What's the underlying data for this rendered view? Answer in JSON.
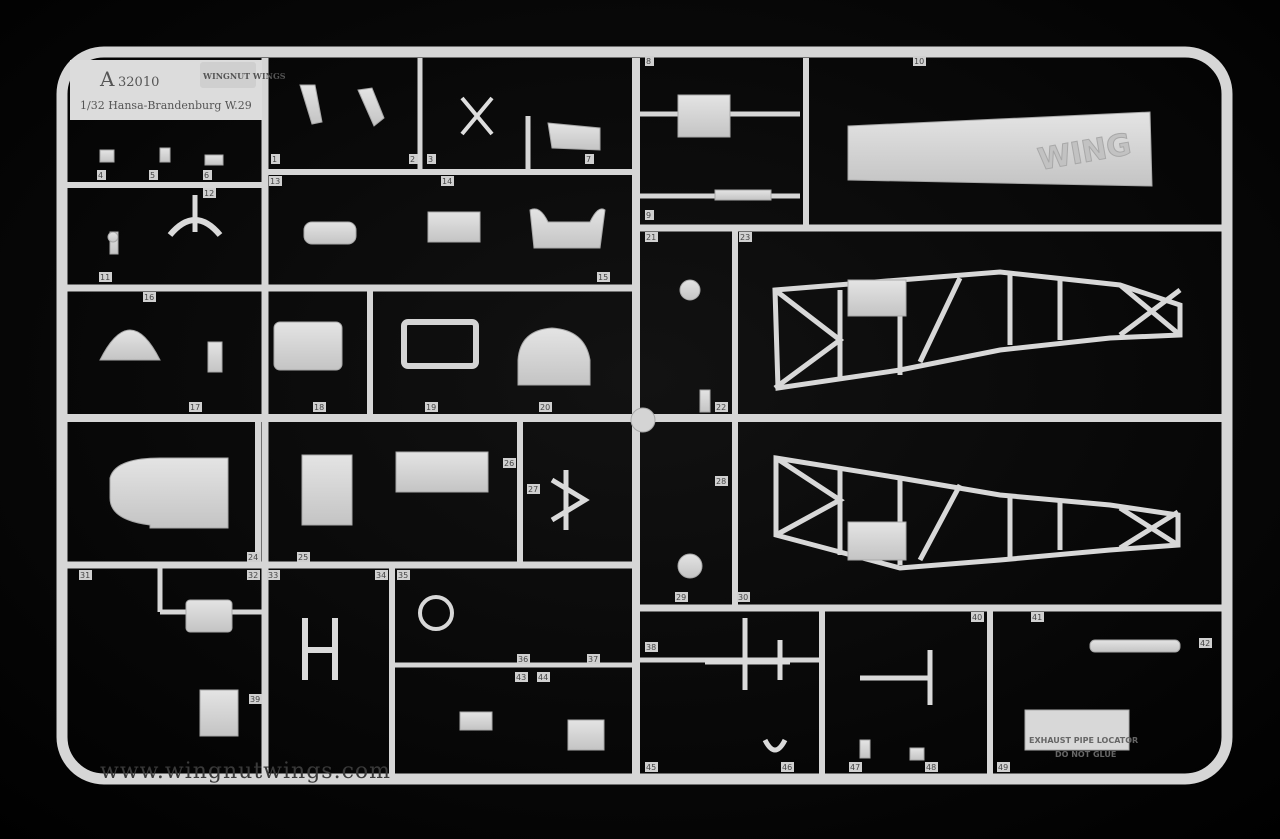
{
  "sprue": {
    "letter": "A",
    "code": "32010",
    "subtitle": "1/32 Hansa-Brandenburg  W.29",
    "logo_text": "WINGNUT WINGS"
  },
  "plate": {
    "title": "EXHAUST PIPE LOCATOR",
    "note": "DO NOT GLUE"
  },
  "watermark": "www.wingnutwings.com",
  "part_numbers": [
    "1",
    "2",
    "3",
    "4",
    "5",
    "6",
    "7",
    "8",
    "9",
    "10",
    "11",
    "12",
    "13",
    "14",
    "15",
    "16",
    "17",
    "18",
    "19",
    "20",
    "21",
    "22",
    "23",
    "24",
    "25",
    "26",
    "27",
    "28",
    "29",
    "30",
    "31",
    "32",
    "33",
    "34",
    "35",
    "36",
    "37",
    "38",
    "39",
    "40",
    "41",
    "42",
    "43",
    "44",
    "45",
    "46",
    "47",
    "48",
    "49"
  ],
  "colors": {
    "background": "#000000",
    "plastic": "#d9d9d9",
    "plastic_shadow": "#b8b8b8"
  }
}
